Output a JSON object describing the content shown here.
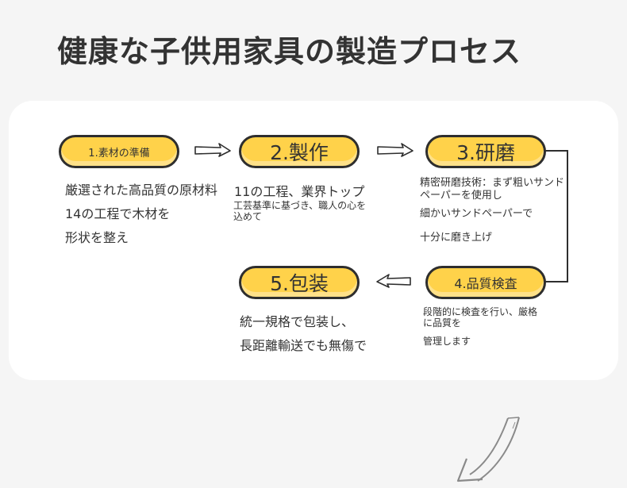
{
  "title": "健康な子供用家具の製造プロセス",
  "colors": {
    "background": "#f5f5f5",
    "card": "#ffffff",
    "pill_fill": "#ffd24a",
    "outline": "#2e2e2e",
    "text": "#333333",
    "arrow_gray": "#8a8a8a"
  },
  "steps": [
    {
      "label": "1.素材の準備",
      "lines": [
        "厳選された高品質の原材料",
        "14の工程で木材を",
        "形状を整え"
      ]
    },
    {
      "label": "2.製作",
      "lines": [
        "11の工程、業界トップ",
        "工芸基準に基づき、職人の心を",
        "込めて"
      ]
    },
    {
      "label": "3.研磨",
      "lines": [
        "精密研磨技術：まず粗いサンド",
        "ペーパーを使用し",
        "細かいサンドペーパーで",
        "十分に磨き上げ"
      ]
    },
    {
      "label": "4.品質検査",
      "lines": [
        "段階的に検査を行い、厳格",
        "に品質を",
        "管理します"
      ]
    },
    {
      "label": "5.包装",
      "lines": [
        "統一規格で包装し、",
        "長距離輸送でも無傷で"
      ]
    }
  ],
  "icons": [
    "arrow-right-icon",
    "arrow-left-icon",
    "curved-arrow-down-icon"
  ]
}
